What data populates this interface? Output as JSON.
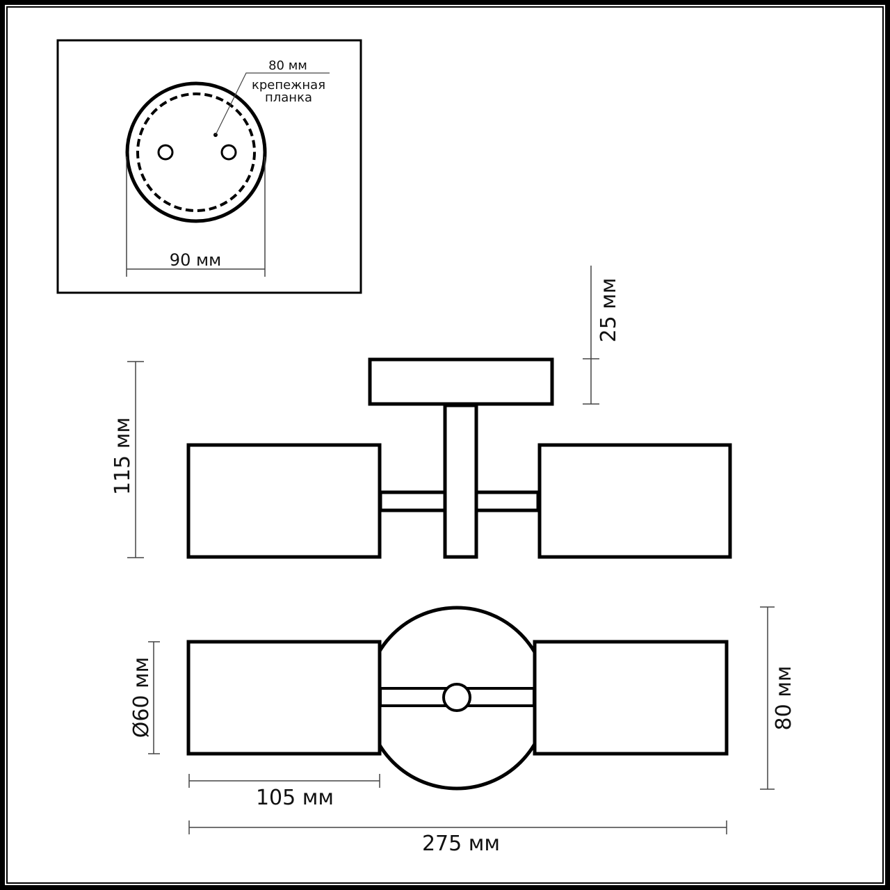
{
  "diagram": {
    "title": "Ceiling lamp dimensional drawing",
    "colors": {
      "line": "#000000",
      "dimension": "#444444",
      "background": "#ffffff"
    }
  },
  "mount_plate_view": {
    "outer_diameter_label": "90 мм",
    "mounting_bar_label": "80 мм",
    "callout_line1": "крепежная",
    "callout_line2": "планка"
  },
  "side_view": {
    "height_label": "115 мм",
    "canopy_height_label": "25 мм"
  },
  "bottom_view": {
    "shade_diameter_label": "Ø60 мм",
    "shade_length_label": "105 мм",
    "total_length_label": "275 мм",
    "canopy_diameter_label": "80 мм"
  }
}
